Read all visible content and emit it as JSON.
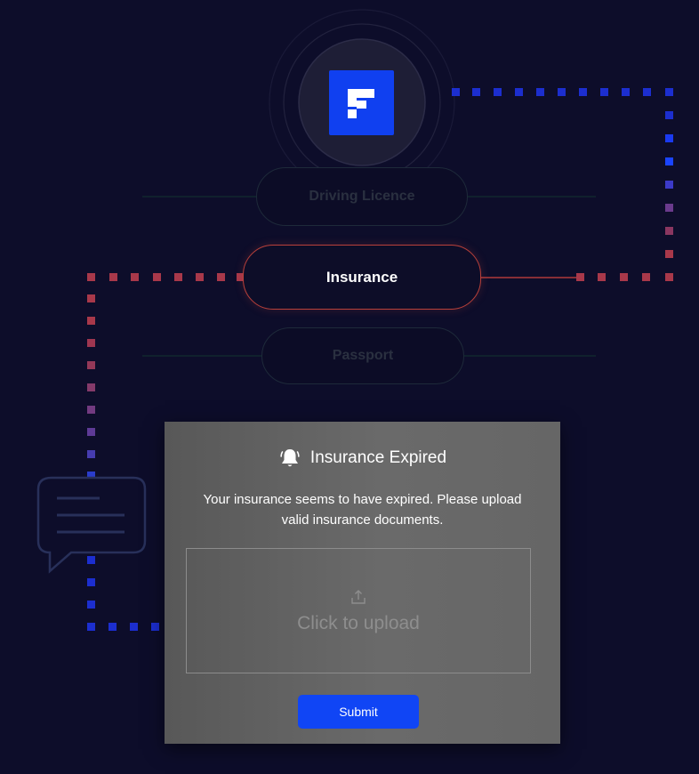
{
  "nav": {
    "items": [
      {
        "label": "Driving Licence",
        "state": "dim"
      },
      {
        "label": "Insurance",
        "state": "active"
      },
      {
        "label": "Passport",
        "state": "dim"
      }
    ]
  },
  "modal": {
    "title": "Insurance Expired",
    "message": "Your insurance seems to have expired. Please upload valid insurance documents.",
    "upload_label": "Click to upload",
    "submit_label": "Submit"
  },
  "icons": {
    "logo": "logo-icon",
    "alert": "bell-icon",
    "upload": "upload-icon",
    "chat": "chat-bubble-icon"
  },
  "colors": {
    "background": "#0d0d2a",
    "brand_blue": "#1040f0",
    "active_border": "#b8403a",
    "trace_red": "#a8384a",
    "trace_blue": "#1c2ecf",
    "modal_bg": "#606060"
  }
}
